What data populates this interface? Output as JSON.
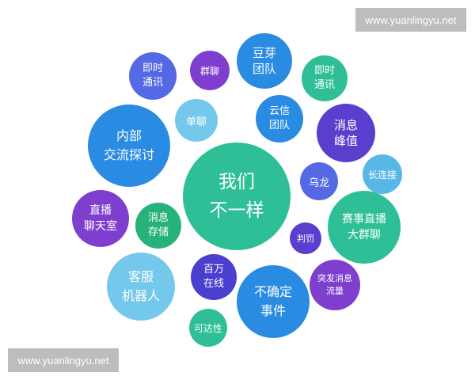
{
  "watermarks": {
    "top": "www.yuanlingyu.net",
    "bottom": "www.yuanlingyu.net"
  },
  "colors": {
    "teal": "#2ebf96",
    "blue": "#2a8be3",
    "purple": "#7e3fcf",
    "royal_blue": "#5469e3",
    "light_blue": "#58b7e7",
    "green": "#28b27b",
    "light_cyan": "#73c8ec",
    "watermark_bg": "#bdbdbd"
  },
  "bubbles": {
    "center": {
      "text": "我们\n不一样",
      "color": "#2ebf96"
    },
    "douya": {
      "text": "豆芽\n团队",
      "color": "#2a8be3"
    },
    "jishi1": {
      "text": "即时\n通讯",
      "color": "#5469e3"
    },
    "qunliao": {
      "text": "群聊",
      "color": "#7e3fcf"
    },
    "jishi2": {
      "text": "即时\n通讯",
      "color": "#2ebf96"
    },
    "danliao": {
      "text": "单聊",
      "color": "#73c8ec"
    },
    "yunxin": {
      "text": "云信\n团队",
      "color": "#2a8be3"
    },
    "xiaoxifeng": {
      "text": "消息\n峰值",
      "color": "#5a3fcf"
    },
    "neibu": {
      "text": "内部\n交流探讨",
      "color": "#2a8be3"
    },
    "changlian": {
      "text": "长连接",
      "color": "#58b7e7"
    },
    "wulong": {
      "text": "乌龙",
      "color": "#5469e3"
    },
    "zhibo": {
      "text": "直播\n聊天室",
      "color": "#7e3fcf"
    },
    "xiaoxicun": {
      "text": "消息\n存储",
      "color": "#28b27b"
    },
    "saishi": {
      "text": "赛事直播\n大群聊",
      "color": "#2ebf96"
    },
    "panfa": {
      "text": "判罚",
      "color": "#5a3fcf"
    },
    "kefu": {
      "text": "客服\n机器人",
      "color": "#73c8ec"
    },
    "baiwan": {
      "text": "百万\n在线",
      "color": "#4a3fcf"
    },
    "buqueding": {
      "text": "不确定\n事件",
      "color": "#2a8be3"
    },
    "tufa": {
      "text": "突发消息\n流量",
      "color": "#7e3fcf"
    },
    "keda": {
      "text": "可达性",
      "color": "#2ebf96"
    }
  }
}
